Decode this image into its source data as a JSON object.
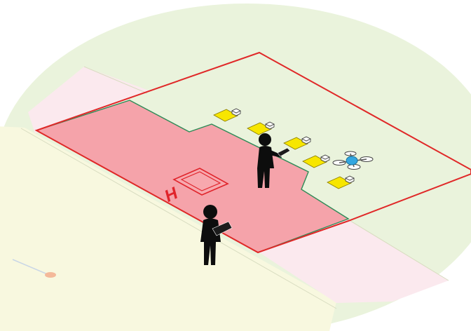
{
  "helipad": {
    "letter": "H",
    "stroke_color": "#e0242b",
    "fill_color": "#f7a8ae"
  },
  "colors": {
    "ground_circle": "#eaf3dc",
    "ground_yellow": "#f8f8df",
    "ground_pink": "#fbe9ee",
    "landing_area_fill": "#f5a3aa",
    "landing_area_border": "#2e8b57",
    "zone_border": "#e02828",
    "target_pad": "#f7e600",
    "person": "#0d0d0d",
    "drone_body": "#33a6e0"
  },
  "scene": {
    "people": [
      {
        "name": "operator-with-controller"
      },
      {
        "name": "observer-with-tablet"
      }
    ],
    "target_pads_count": 5,
    "drone": {
      "name": "quadcopter-drone"
    }
  }
}
